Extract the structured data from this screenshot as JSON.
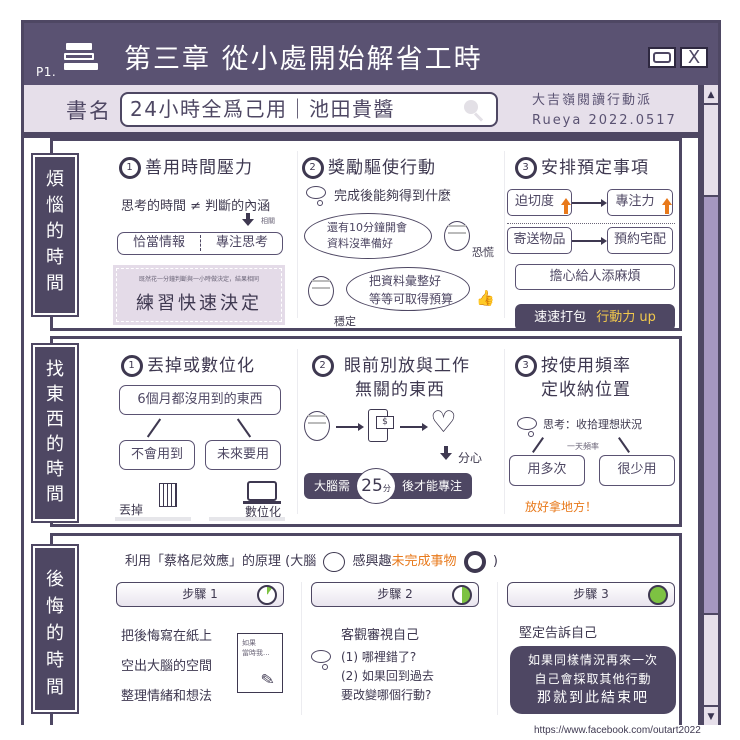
{
  "window": {
    "page_label": "P1.",
    "title": "第三章 從小處開始解省工時",
    "maximize_icon": "window-maximize-icon",
    "close_label": "X"
  },
  "search": {
    "label": "書名",
    "value": "24小時全爲己用｜池田貴醬",
    "icon": "search-icon"
  },
  "author": {
    "line1": "大吉嶺閱讀行動派",
    "line2": "Rueya 2022.0517"
  },
  "scrollbar": {
    "up": "▲",
    "down": "▼"
  },
  "sections": [
    {
      "tab": [
        "煩",
        "惱",
        "的",
        "時",
        "間"
      ],
      "columns": [
        {
          "num": "1",
          "heading": "善用時間壓力",
          "formula": "思考的時間 ≠ 判斷的內涵",
          "related": "相關",
          "box_left": "恰當情報",
          "box_right": "專注思考",
          "note_small": "既然花一分鐘判斷與一小時做決定，結果相同",
          "note_big": "練習快速決定"
        },
        {
          "num": "2",
          "heading": "獎勵驅使行動",
          "thought": "完成後能夠得到什麼",
          "bubble1_line1": "還有10分鐘開會",
          "bubble1_line2": "資料沒準備好",
          "face1_label": "恐慌",
          "bubble2_line1": "把資料彙整好",
          "bubble2_line2": "等等可取得預算",
          "face2_label": "穩定"
        },
        {
          "num": "3",
          "heading": "安排預定事項",
          "box1": "迫切度",
          "box2": "專注力",
          "box3": "寄送物品",
          "box4": "預約宅配",
          "box5": "擔心給人添麻煩",
          "result": "速速打包",
          "result_highlight": "行動力 up"
        }
      ]
    },
    {
      "tab": [
        "找",
        "東",
        "西",
        "的",
        "時",
        "間"
      ],
      "columns": [
        {
          "num": "1",
          "heading": "丟掉或數位化",
          "top_box": "6個月都沒用到的東西",
          "left_box": "不會用到",
          "right_box": "未來要用",
          "left_label": "丟掉",
          "right_label": "數位化"
        },
        {
          "num": "2",
          "heading_line1": "眼前別放與工作",
          "heading_line2": "無關的東西",
          "distract_label": "分心",
          "banner_left": "大腦需",
          "banner_num": "25",
          "banner_unit": "分",
          "banner_right": "後才能專注"
        },
        {
          "num": "3",
          "heading_line1": "按使用頻率",
          "heading_line2": "定收納位置",
          "thought": "思考：收拾理想狀況",
          "freq_label": "一天頻率",
          "left_box": "用多次",
          "right_box": "很少用",
          "tip": "放好拿地方！"
        }
      ]
    },
    {
      "tab": [
        "後",
        "悔",
        "的",
        "時",
        "間"
      ],
      "intro_prefix": "利用「蔡格尼效應」的原理 (大腦",
      "intro_mid": "感興趣",
      "intro_highlight": "未完成事物",
      "intro_suffix": ")",
      "steps": [
        {
          "label": "步驟 1",
          "progress": 0.1,
          "lines": [
            "把後悔寫在紙上",
            "空出大腦的空間",
            "整理情緒和想法"
          ],
          "note": "如果\n當時我..."
        },
        {
          "label": "步驟 2",
          "progress": 0.5,
          "title": "客觀審視自己",
          "q1": "(1) 哪裡錯了?",
          "q2": "(2) 如果回到過去",
          "q3": "要改變哪個行動?"
        },
        {
          "label": "步驟 3",
          "progress": 1.0,
          "title": "堅定告訴自己",
          "box_line1": "如果同樣情況再來一次",
          "box_line2": "自己會採取其他行動",
          "box_line3": "那就到此結束吧"
        }
      ]
    }
  ],
  "footer_url": "https://www.facebook.com/outart2022",
  "colors": {
    "frame": "#4e4763",
    "titlebar": "#5a5272",
    "panel_bg": "#e6dfea",
    "scroll_thumb": "#a597c0",
    "accent_orange": "#e8791b",
    "accent_yellow": "#f2c94c",
    "progress_green": "#7dc242"
  }
}
